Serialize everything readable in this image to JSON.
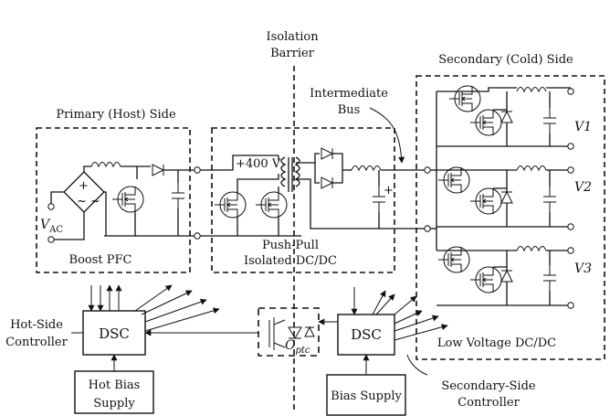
{
  "labels": {
    "isolation_barrier_l1": "Isolation",
    "isolation_barrier_l2": "Barrier",
    "secondary_side": "Secondary (Cold) Side",
    "intermediate_bus_l1": "Intermediate",
    "intermediate_bus_l2": "Bus",
    "primary_side": "Primary (Host) Side",
    "v400": "+400 V",
    "vac": "V",
    "vac_sub": "AC",
    "boost_pfc": "Boost PFC",
    "push_pull_l1": "Push-Pull",
    "push_pull_l2": "Isolated DC/DC",
    "v1": "V1",
    "v2": "V2",
    "v3": "V3",
    "hot_side_ctrl_l1": "Hot-Side",
    "hot_side_ctrl_l2": "Controller",
    "dsc_left": "DSC",
    "dsc_right": "DSC",
    "opto": "O",
    "opto_sub": "ptc",
    "low_voltage": "Low Voltage DC/DC",
    "hot_bias_l1": "Hot Bias",
    "hot_bias_l2": "Supply",
    "bias_supply": "Bias Supply",
    "secondary_ctrl_l1": "Secondary-Side",
    "secondary_ctrl_l2": "Controller"
  }
}
